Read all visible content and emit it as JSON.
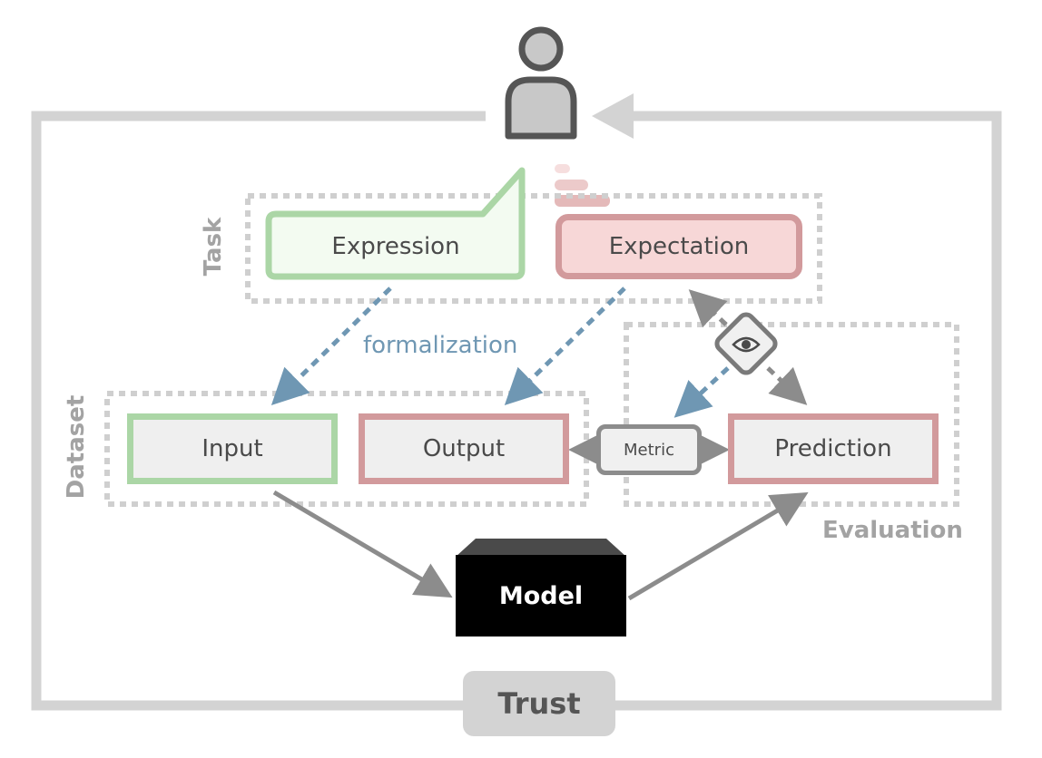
{
  "zones": {
    "task_label": "Task",
    "dataset_label": "Dataset",
    "evaluation_label": "Evaluation"
  },
  "nodes": {
    "expression": "Expression",
    "expectation": "Expectation",
    "input": "Input",
    "output": "Output",
    "metric": "Metric",
    "prediction": "Prediction",
    "model": "Model",
    "trust": "Trust"
  },
  "edges": {
    "formalization": "formalization"
  },
  "icons": {
    "user": "user-icon",
    "eye": "eye-icon"
  },
  "colors": {
    "green_border": "#abd6a6",
    "green_fill": "#f3fbf1",
    "red_border": "#d29a9c",
    "red_fill": "#f7d7d7",
    "blue_arrow": "#6f97b3",
    "gray_arrow": "#8c8c8c",
    "trust_loop": "#d3d3d3"
  }
}
